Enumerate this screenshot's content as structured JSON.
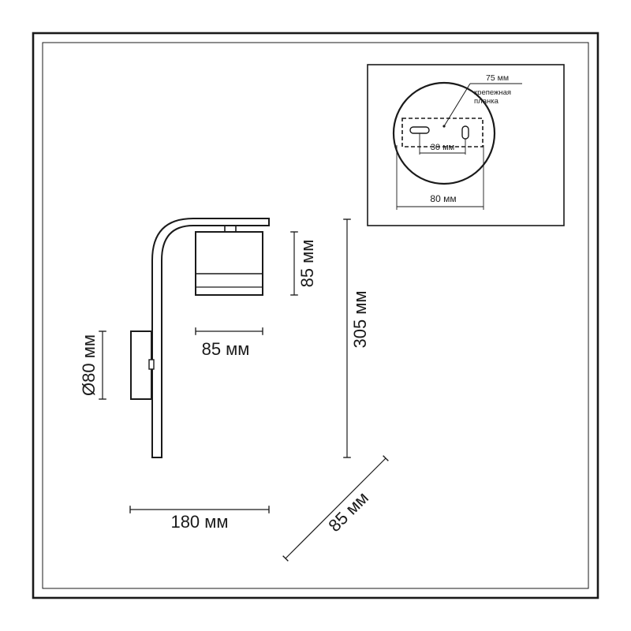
{
  "dimensions": {
    "depth": "85 мм",
    "shade_height": "85 мм",
    "shade_width": "85 мм",
    "total_height": "305 мм",
    "base_diameter": "Ø80 мм",
    "total_width": "180 мм"
  },
  "mounting_inset": {
    "plate_length": "75 мм",
    "plate_label_line1": "крепежная",
    "plate_label_line2": "планка",
    "hole_spacing": "30 мм",
    "base_width": "80 мм"
  },
  "colors": {
    "line": "#1a1a1a",
    "background": "#ffffff"
  }
}
